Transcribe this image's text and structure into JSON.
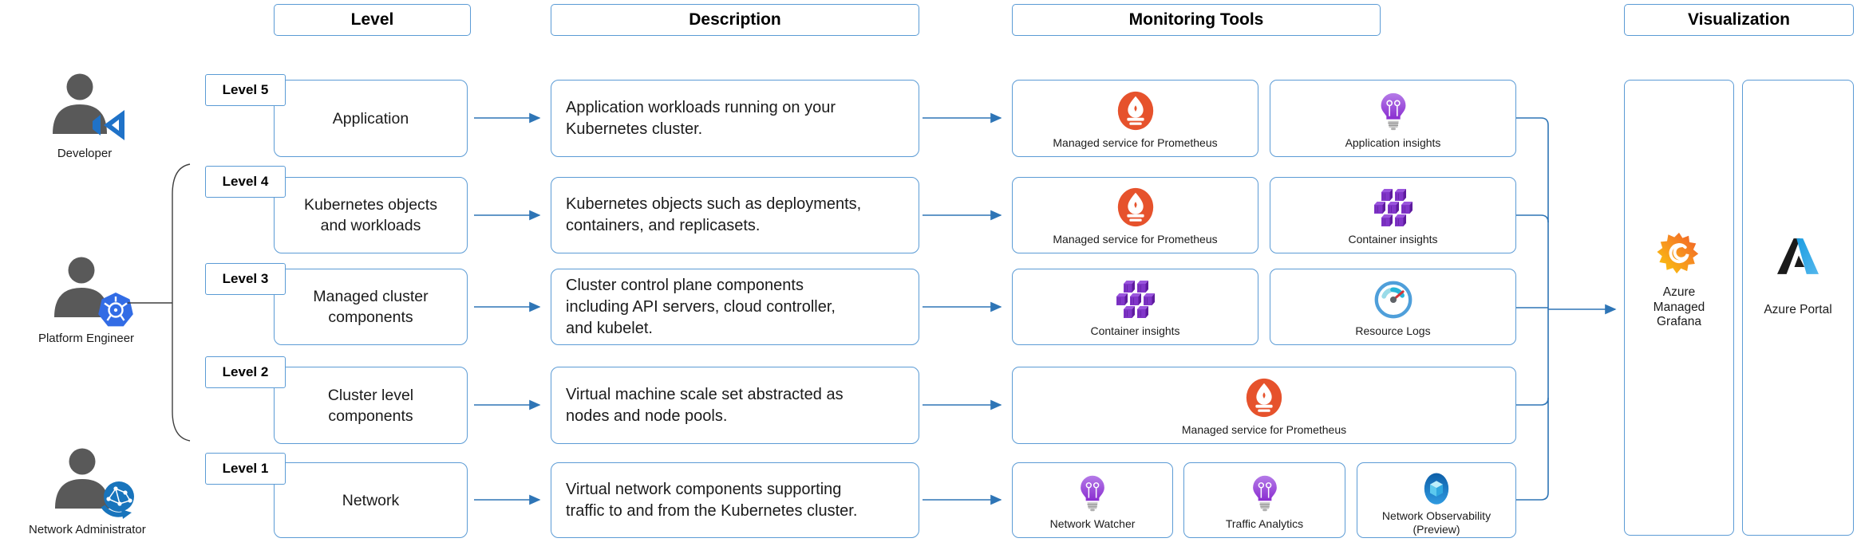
{
  "headers": {
    "level": "Level",
    "description": "Description",
    "monitoring_tools": "Monitoring Tools",
    "visualization": "Visualization"
  },
  "personas": {
    "developer": {
      "label": "Developer",
      "icon": "visual-studio-icon"
    },
    "platform_engineer": {
      "label": "Platform Engineer",
      "icon": "kubernetes-icon"
    },
    "network_administrator": {
      "label": "Network Administrator",
      "icon": "network-globe-icon"
    }
  },
  "rows": [
    {
      "badge": "Level 5",
      "level": "Application",
      "description": "Application workloads running on your\nKubernetes cluster.",
      "tools": [
        {
          "label": "Managed service for Prometheus",
          "icon": "prometheus-icon"
        },
        {
          "label": "Application insights",
          "icon": "insights-lightbulb-icon"
        }
      ]
    },
    {
      "badge": "Level 4",
      "level": "Kubernetes objects\nand workloads",
      "description": "Kubernetes objects such as deployments,\ncontainers, and replicasets.",
      "tools": [
        {
          "label": "Managed service for Prometheus",
          "icon": "prometheus-icon"
        },
        {
          "label": "Container insights",
          "icon": "container-insights-icon"
        }
      ]
    },
    {
      "badge": "Level 3",
      "level": "Managed cluster\ncomponents",
      "description": "Cluster control plane components\nincluding API servers, cloud controller,\nand kubelet.",
      "tools": [
        {
          "label": "Container insights",
          "icon": "container-insights-icon"
        },
        {
          "label": "Resource Logs",
          "icon": "resource-logs-gauge-icon"
        }
      ]
    },
    {
      "badge": "Level 2",
      "level": "Cluster level\ncomponents",
      "description": "Virtual machine scale set abstracted as\nnodes and node pools.",
      "tools": [
        {
          "label": "Managed service for Prometheus",
          "icon": "prometheus-icon"
        }
      ]
    },
    {
      "badge": "Level 1",
      "level": "Network",
      "description": "Virtual network components supporting\ntraffic to and from the Kubernetes cluster.",
      "tools": [
        {
          "label": "Network Watcher",
          "icon": "insights-lightbulb-icon"
        },
        {
          "label": "Traffic Analytics",
          "icon": "insights-lightbulb-icon"
        },
        {
          "label": "Network Observability\n(Preview)",
          "icon": "network-observability-icon"
        }
      ]
    }
  ],
  "visualization": {
    "grafana": {
      "label": "Azure\nManaged\nGrafana",
      "icon": "grafana-icon"
    },
    "portal": {
      "label": "Azure Portal",
      "icon": "azure-portal-icon"
    }
  },
  "colors": {
    "box_border": "#5B9BD5",
    "arrow_blue": "#2E75B6",
    "brace_gray": "#3f3f3f",
    "person_gray": "#595959",
    "prometheus_red": "#E6522C",
    "insights_purple": "#9B4FD6",
    "container_purple": "#7C2BC4",
    "gauge_cyan": "#28B4D8",
    "kubernetes_blue": "#326CE5",
    "network_blue": "#1874BC",
    "observability_blue": "#1272C0",
    "grafana_orange": "#F05A28",
    "azure_blue": "#2E9FE6"
  }
}
